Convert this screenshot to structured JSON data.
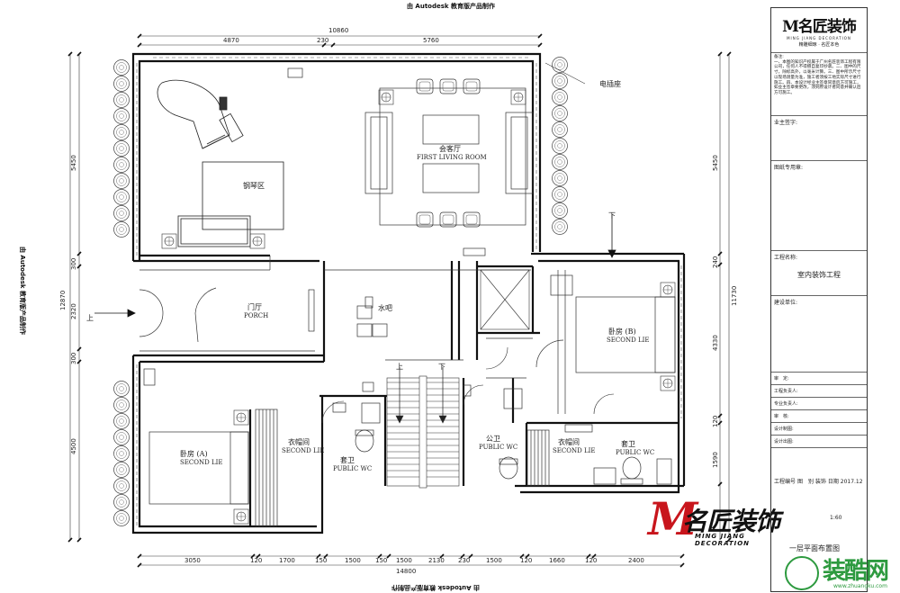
{
  "watermark_text": "由 Autodesk 教育版产品制作",
  "dims_top": {
    "total": "10860",
    "segments": [
      "4870",
      "230",
      "5760"
    ]
  },
  "dims_bottom": {
    "total": "14800",
    "segments": [
      "3050",
      "120",
      "1700",
      "150",
      "1500",
      "150",
      "1500",
      "2130",
      "230",
      "1500",
      "120",
      "1660",
      "120",
      "2400"
    ]
  },
  "dims_left": {
    "total": "12870",
    "segments": [
      "5450",
      "300",
      "2320",
      "300",
      "4500"
    ]
  },
  "dims_right": {
    "total": "11730",
    "segments": [
      "5450",
      "240",
      "4330",
      "120",
      "1590"
    ]
  },
  "rooms": {
    "living_cn": "会客厅",
    "living_en": "FIRST LIVING ROOM",
    "piano": "钢琴区",
    "porch_cn": "门厅",
    "porch_en": "PORCH",
    "bar": "水吧",
    "bedroom_a_cn": "卧房 (A)",
    "bedroom_a_en": "SECOND LIE",
    "closet1_cn": "衣帽间",
    "closet1_en": "SECOND LIE",
    "bath1_cn": "套卫",
    "bath1_en": "PUBLIC WC",
    "publicwc_cn": "公卫",
    "publicwc_en": "PUBLIC WC",
    "closet2_cn": "衣帽间",
    "closet2_en": "SECOND LIE",
    "bath2_cn": "套卫",
    "bath2_en": "PUBLIC WC",
    "bedroom_b_cn": "卧房 (B)",
    "bedroom_b_en": "SECOND LIE"
  },
  "annotations": {
    "fireplace": "电插座",
    "up_left": "上",
    "stair_up": "上",
    "stair_down": "下",
    "down_right": "下"
  },
  "title_block": {
    "logo": "M名匠装饰",
    "logo_sub": "MING JIANG DECORATION",
    "logo_tag": "精雕细琢 · 名匠本色",
    "notes_label": "备注:",
    "notes": "一、本图的知识产权属于广州名匠装饰工程有限公司，任何人不得擅自复印抄袭。二、图中的尺寸，除标高外，以毫米计算。三、图中所示尺寸以现场测量为准，施工者须按工地实际尺寸进行施工。四、本设计经业主签章同意后方可施工，如业主签章要更改，须到原设计者同意并确认后方可施工。",
    "owner_label": "业主签字:",
    "drawing_label": "图纸专用章:",
    "project_label": "工程名称:",
    "project_name": "室内装饰工程",
    "unit_label": "建设单位:",
    "signs": [
      "审　定:",
      "工程负责人:",
      "专业负责人:",
      "审　核:",
      "设计制图:",
      "设计出图:"
    ],
    "scale": "1:60",
    "plan_title": "一层平面布置图",
    "footer": [
      "工程编号",
      "图　别",
      "装饰",
      "日期",
      "2017.12"
    ]
  },
  "big_logo": {
    "mark": "M",
    "name": "名匠装饰",
    "en": "MING JIANG DECORATION"
  },
  "watermark_site": {
    "name": "装酷网",
    "url": "www.zhuangku.com"
  }
}
